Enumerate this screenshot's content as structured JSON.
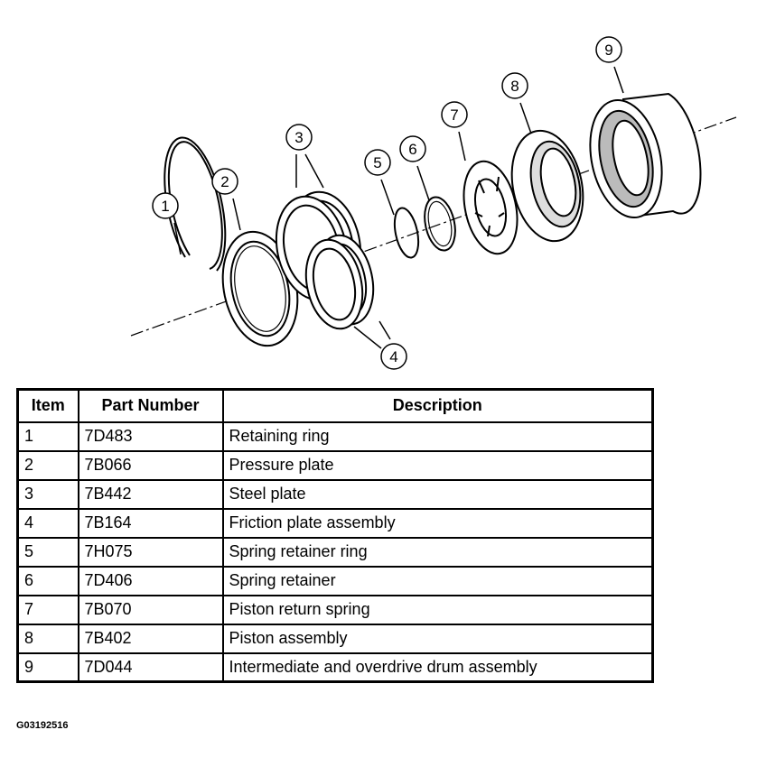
{
  "callouts": [
    "1",
    "2",
    "3",
    "4",
    "5",
    "6",
    "7",
    "8",
    "9"
  ],
  "table": {
    "headers": [
      "Item",
      "Part Number",
      "Description"
    ],
    "rows": [
      [
        "1",
        "7D483",
        "Retaining ring"
      ],
      [
        "2",
        "7B066",
        "Pressure plate"
      ],
      [
        "3",
        "7B442",
        "Steel plate"
      ],
      [
        "4",
        "7B164",
        "Friction plate assembly"
      ],
      [
        "5",
        "7H075",
        "Spring retainer ring"
      ],
      [
        "6",
        "7D406",
        "Spring retainer"
      ],
      [
        "7",
        "7B070",
        "Piston return spring"
      ],
      [
        "8",
        "7B402",
        "Piston assembly"
      ],
      [
        "9",
        "7D044",
        "Intermediate and overdrive drum assembly"
      ]
    ]
  },
  "figure_id": "G03192516"
}
